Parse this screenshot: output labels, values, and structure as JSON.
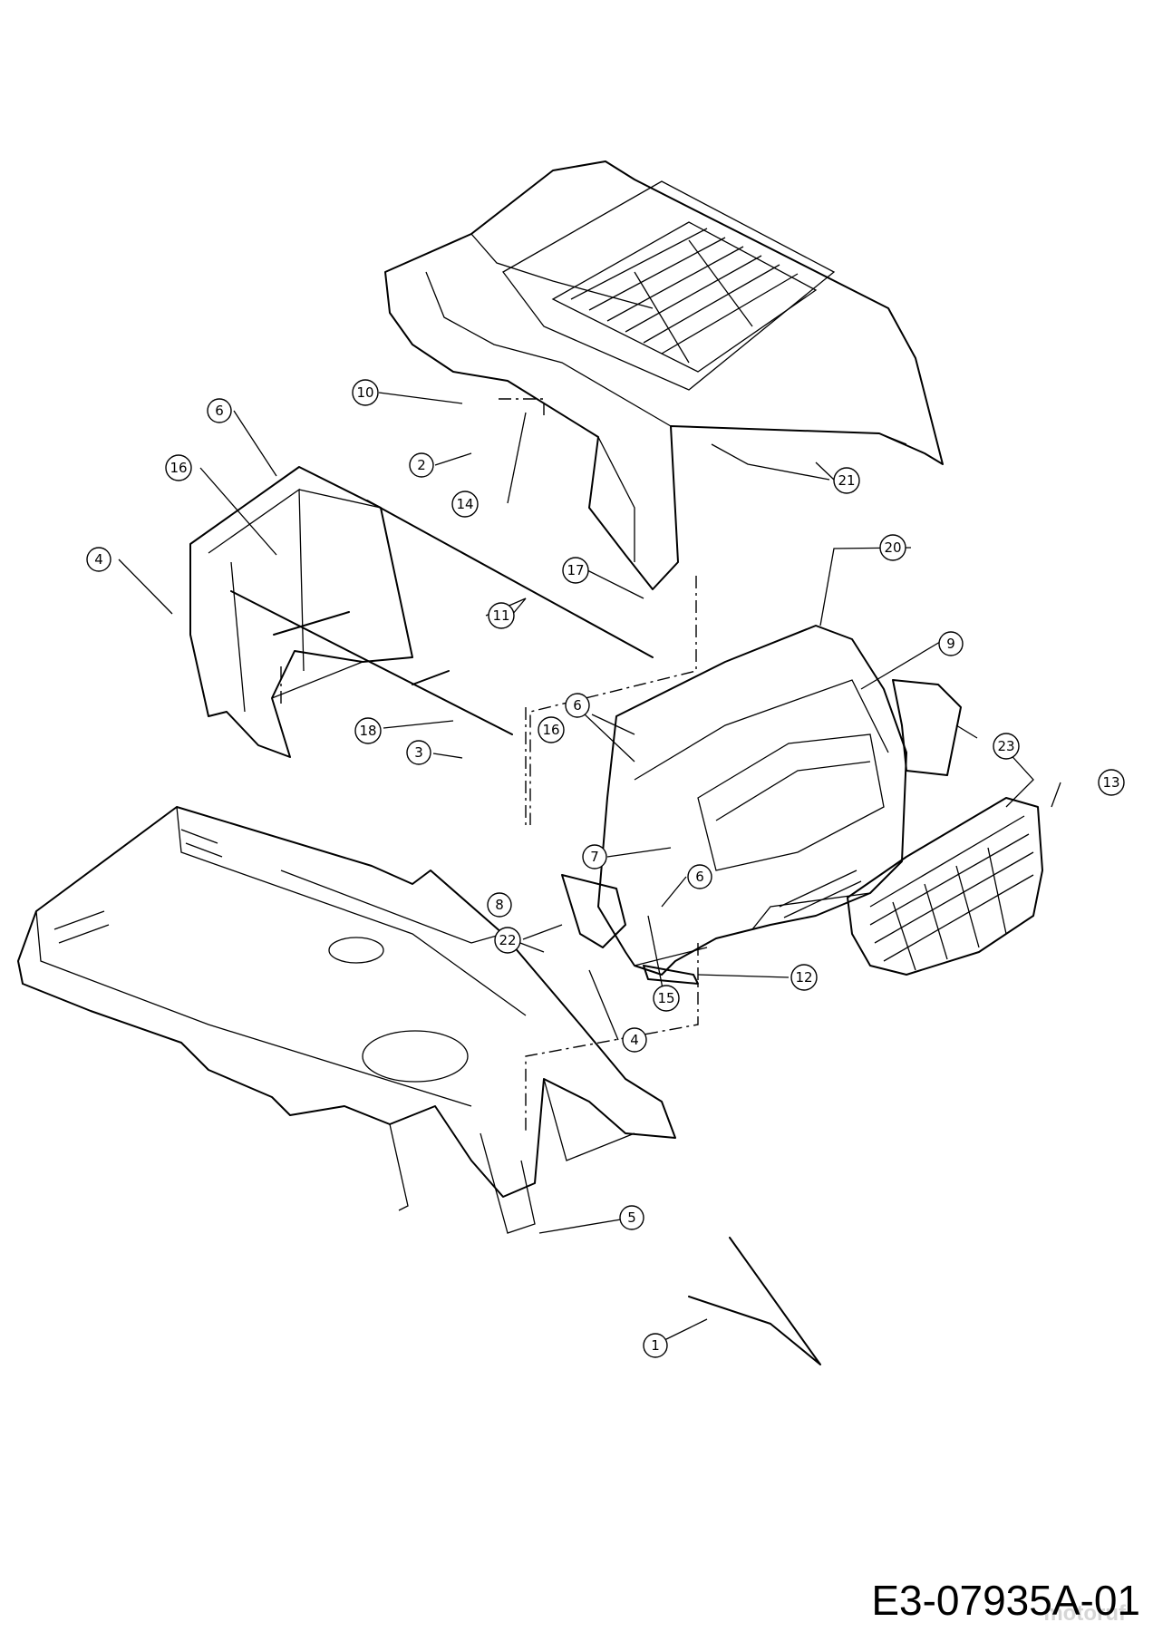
{
  "drawing_code": "E3-07935A-01",
  "watermark": "motoruf",
  "callouts": [
    "1",
    "2",
    "3",
    "4",
    "4",
    "5",
    "6",
    "6",
    "6",
    "7",
    "8",
    "9",
    "10",
    "11",
    "12",
    "13",
    "14",
    "15",
    "16",
    "16",
    "17",
    "18",
    "20",
    "21",
    "22",
    "23"
  ]
}
